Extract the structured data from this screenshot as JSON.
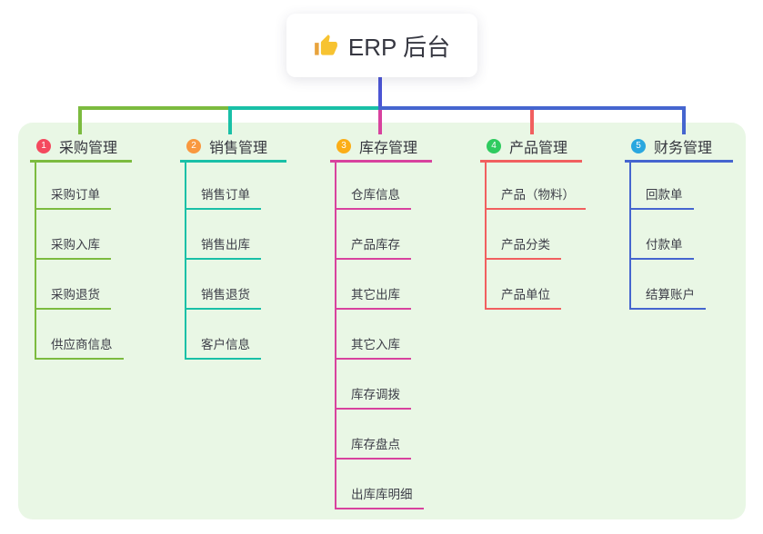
{
  "root": {
    "label": "ERP 后台",
    "icon": "thumbs-up-icon",
    "line_color": "#4c55d4"
  },
  "canvas": {
    "background": "#ffffff",
    "panel_background": "#e9f7e5"
  },
  "branches": [
    {
      "index": "1",
      "label": "采购管理",
      "badge_color": "#f4495e",
      "line_color": "#7cbb3f",
      "children": [
        "采购订单",
        "采购入库",
        "采购退货",
        "供应商信息"
      ]
    },
    {
      "index": "2",
      "label": "销售管理",
      "badge_color": "#f9983f",
      "line_color": "#19c0a7",
      "children": [
        "销售订单",
        "销售出库",
        "销售退货",
        "客户信息"
      ]
    },
    {
      "index": "3",
      "label": "库存管理",
      "badge_color": "#fbae17",
      "line_color": "#d8429e",
      "children": [
        "仓库信息",
        "产品库存",
        "其它出库",
        "其它入库",
        "库存调拨",
        "库存盘点",
        "出库库明细"
      ]
    },
    {
      "index": "4",
      "label": "产品管理",
      "badge_color": "#2fcb5f",
      "line_color": "#f15f5f",
      "children": [
        "产品（物料）",
        "产品分类",
        "产品单位"
      ]
    },
    {
      "index": "5",
      "label": "财务管理",
      "badge_color": "#2aa7df",
      "line_color": "#4565cf",
      "children": [
        "回款单",
        "付款单",
        "结算账户"
      ]
    }
  ]
}
